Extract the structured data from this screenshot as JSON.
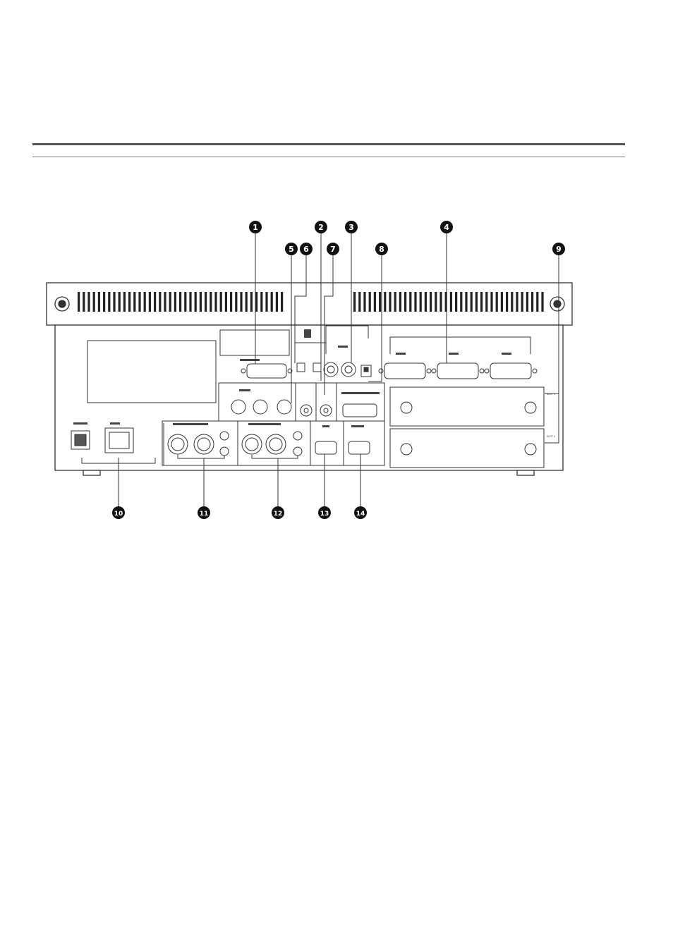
{
  "callouts": [
    "1",
    "2",
    "3",
    "4",
    "5",
    "6",
    "7",
    "8",
    "9",
    "10",
    "11",
    "12",
    "13",
    "14"
  ],
  "panel_labels": {
    "slot1": "SLOT 1",
    "slot2": "SLOT 2"
  },
  "colors": {
    "line": "#333333",
    "callout_fill": "#111111",
    "callout_text": "#ffffff"
  }
}
